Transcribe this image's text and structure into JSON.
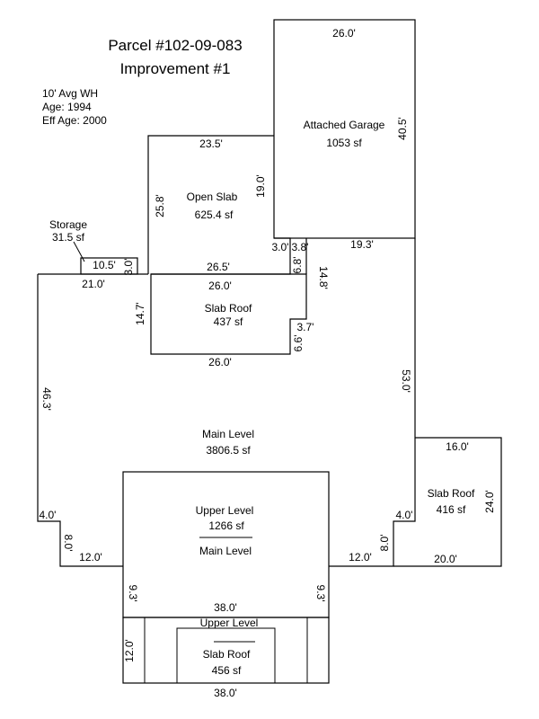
{
  "header": {
    "parcel": "Parcel #102-09-083",
    "improvement": "Improvement #1"
  },
  "info": {
    "wall_height": "10' Avg WH",
    "age": "Age: 1994",
    "eff_age": "Eff Age: 2000"
  },
  "areas": {
    "garage": {
      "name": "Attached Garage",
      "size": "1053 sf"
    },
    "open_slab": {
      "name": "Open Slab",
      "size": "625.4 sf"
    },
    "storage": {
      "name": "Storage",
      "size": "31.5 sf"
    },
    "slab_roof_top": {
      "name": "Slab Roof",
      "size": "437 sf"
    },
    "main_level": {
      "name": "Main Level",
      "size": "3806.5 sf"
    },
    "upper_level": {
      "name": "Upper Level",
      "size": "1266 sf",
      "below": "Main Level"
    },
    "slab_roof_right": {
      "name": "Slab Roof",
      "size": "416 sf"
    },
    "upper_level_bottom": {
      "name": "Upper Level"
    },
    "slab_roof_bottom": {
      "name": "Slab Roof",
      "size": "456 sf"
    }
  },
  "dimensions": {
    "garage_top": "26.0'",
    "garage_right": "40.5'",
    "garage_bottom": "19.3'",
    "open_slab_top": "23.5'",
    "open_slab_left": "25.8'",
    "open_slab_right": "19.0'",
    "step_3": "3.0'",
    "step_38": "3.8'",
    "step_68": "6.8'",
    "storage_top": "10.5'",
    "storage_side": "3.0'",
    "open_slab_bottom": "26.5'",
    "main_top_left": "21.0'",
    "slab_roof_top_edge": "26.0'",
    "slab_roof_left": "14.7'",
    "slab_roof_right_upper": "14.8'",
    "slab_roof_notch": "3.7'",
    "slab_roof_right_lower": "6.6'",
    "slab_roof_bottom_edge": "26.0'",
    "main_left": "46.3'",
    "main_right": "53.0'",
    "main_left_step": "4.0'",
    "main_left_down": "8.0'",
    "main_left_bottom": "12.0'",
    "main_right_step": "4.0'",
    "main_right_down": "8.0'",
    "main_right_bottom": "12.0'",
    "right_slab_top": "16.0'",
    "right_slab_side": "24.0'",
    "right_slab_bottom": "20.0'",
    "center_left": "9.3'",
    "center_right": "9.3'",
    "center_width": "38.0'",
    "bottom_left": "12.0'",
    "bottom_width": "38.0'"
  }
}
